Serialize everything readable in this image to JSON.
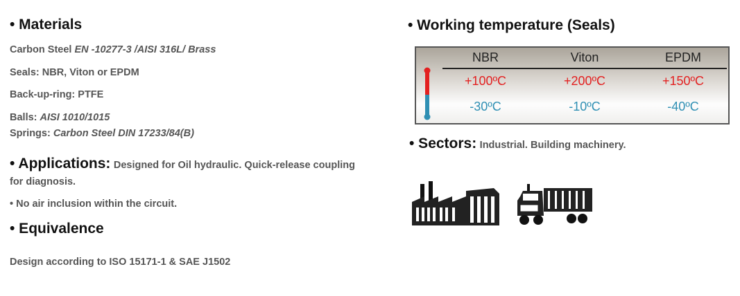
{
  "materials": {
    "title": "• Materials",
    "line1_label": "Carbon Steel",
    "line1_value": "EN -10277-3 /AISI 316L/ Brass",
    "seals": "Seals: NBR, Viton or EPDM",
    "backup": "Back-up-ring: PTFE",
    "balls_label": "Balls:",
    "balls_value": "AISI 1010/1015",
    "springs_label": "Springs:",
    "springs_value": "Carbon Steel DIN 17233/84(B)"
  },
  "applications": {
    "title": "• Applications:",
    "text": "Designed for Oil hydraulic. Quick-release coupling",
    "text2": "for diagnosis.",
    "bullet": "•  No air inclusion within the circuit."
  },
  "equivalence": {
    "title": "• Equivalence",
    "text": "Design according to ISO 15171-1 & SAE J1502"
  },
  "temperature": {
    "title": "•  Working temperature (Seals)",
    "columns": [
      {
        "name": "NBR",
        "max": "+100ºC",
        "min": "-30ºC"
      },
      {
        "name": "Viton",
        "max": "+200ºC",
        "min": "-10ºC"
      },
      {
        "name": "EPDM",
        "max": "+150ºC",
        "min": "-40ºC"
      }
    ]
  },
  "sectors": {
    "title": "• Sectors:",
    "text": "Industrial. Building machinery."
  }
}
